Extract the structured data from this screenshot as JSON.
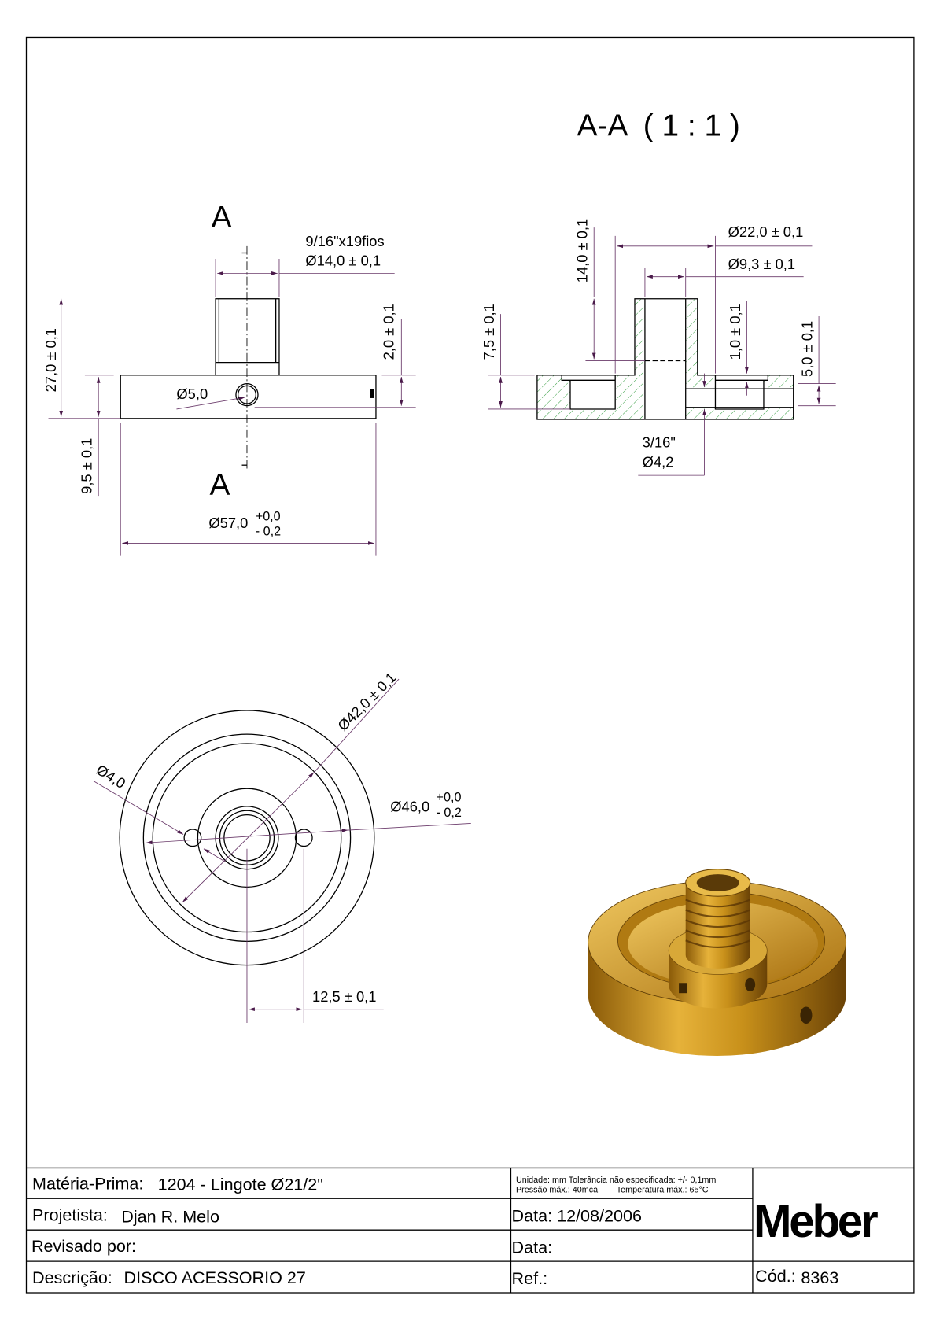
{
  "section_view": {
    "title": "A-A  ( 1 : 1 )"
  },
  "front_view": {
    "section_label_top": "A",
    "section_label_bottom": "A",
    "thread": "9/16\"x19fios",
    "boss_diameter": "Ø14,0 ± 0,1",
    "height_total": "27,0 ± 0,1",
    "flange_height": "9,5 ± 0,1",
    "hole_offset": "2,0 ± 0,1",
    "hole_diameter": "Ø5,0",
    "outer_diameter": "Ø57,0",
    "outer_tol_plus": "+0,0",
    "outer_tol_minus": "- 0,2"
  },
  "section_dims": {
    "boss_height": "14,0 ± 0,1",
    "flange_height": "7,5 ± 0,1",
    "d22": "Ø22,0 ± 0,1",
    "d93": "Ø9,3 ± 0,1",
    "groove_depth": "1,0 ± 0,1",
    "pocket_height": "5,0 ± 0,1",
    "side_hole_thread": "3/16\"",
    "side_hole_diameter": "Ø4,2"
  },
  "top_view": {
    "d42": "Ø42,0 ± 0,1",
    "d4": "Ø4,0",
    "d46": "Ø46,0",
    "d46_tol_plus": "+0,0",
    "d46_tol_minus": "- 0,2",
    "hole_spacing": "12,5 ± 0,1"
  },
  "title_block": {
    "materia_label": "Matéria-Prima:",
    "materia_value": "1204 - Lingote Ø21/2\"",
    "projetista_label": "Projetista:",
    "projetista_value": "Djan R. Melo",
    "revisado_label": "Revisado por:",
    "descricao_label": "Descrição:",
    "descricao_value": "DISCO ACESSORIO 27",
    "notes_line1": "Unidade: mm Tolerância não especificada: +/- 0,1mm",
    "notes_line2": "Pressão máx.: 40mca        Temperatura máx.: 65°C",
    "data1": "Data: 12/08/2006",
    "data2": "Data:",
    "ref": "Ref.:",
    "logo": "Meber",
    "cod_label": "Cód.:",
    "cod_value": "8363"
  },
  "colors": {
    "hatch": "#2e9a3a",
    "dimension": "#6a3a6a",
    "gold": "#c8901a"
  }
}
